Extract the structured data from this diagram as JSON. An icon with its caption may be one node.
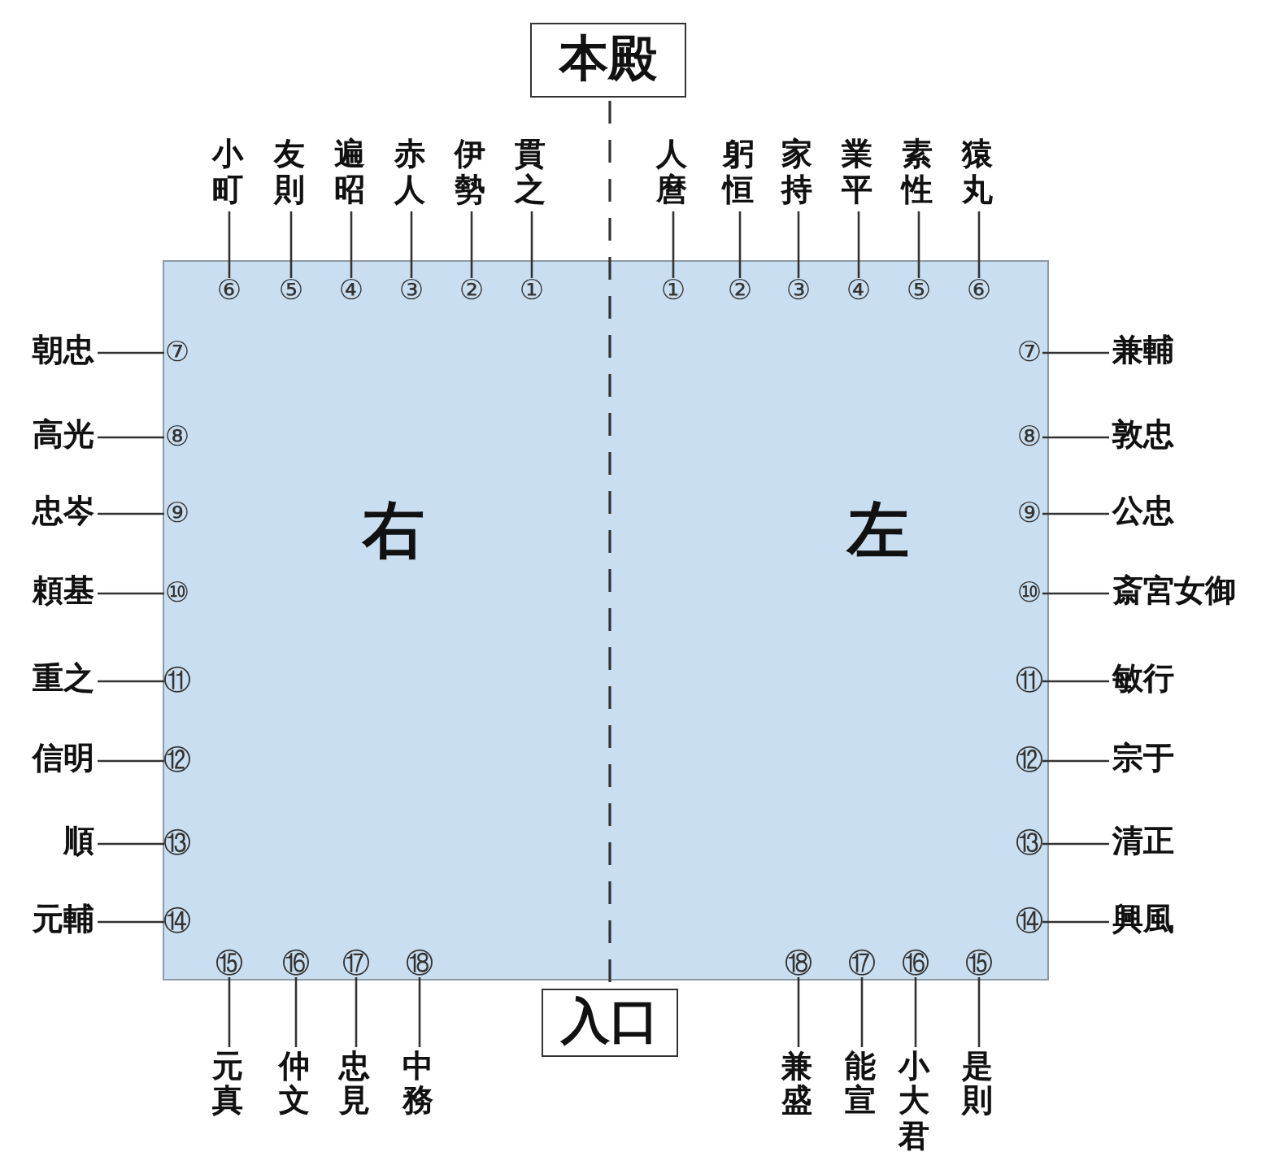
{
  "diagram": {
    "nodes": [
      {
        "text": [
          "本殿"
        ]
      },
      {
        "text": [
          "右",
          "左"
        ]
      },
      {
        "text": [
          "入口"
        ]
      },
      {
        "text": [
          "小町"
        ]
      },
      {
        "text": [
          "⑥"
        ],
        "in": 1
      },
      {
        "text": [
          "友則"
        ]
      },
      {
        "text": [
          "⑤"
        ],
        "in": 1
      },
      {
        "text": [
          "遍昭"
        ]
      },
      {
        "text": [
          "④"
        ],
        "in": 1
      },
      {
        "text": [
          "赤人"
        ]
      },
      {
        "text": [
          "③"
        ],
        "in": 1
      },
      {
        "text": [
          "伊勢"
        ]
      },
      {
        "text": [
          "②"
        ],
        "in": 1
      },
      {
        "text": [
          "貫之"
        ]
      },
      {
        "text": [
          "①"
        ],
        "in": 1
      },
      {
        "text": [
          "人麿"
        ]
      },
      {
        "text": [
          "①"
        ],
        "in": 1
      },
      {
        "text": [
          "躬恒"
        ]
      },
      {
        "text": [
          "②"
        ],
        "in": 1
      },
      {
        "text": [
          "家持"
        ]
      },
      {
        "text": [
          "③"
        ],
        "in": 1
      },
      {
        "text": [
          "業平"
        ]
      },
      {
        "text": [
          "④"
        ],
        "in": 1
      },
      {
        "text": [
          "素性"
        ]
      },
      {
        "text": [
          "⑤"
        ],
        "in": 1
      },
      {
        "text": [
          "猿丸"
        ]
      },
      {
        "text": [
          "⑥"
        ],
        "in": 1
      },
      {
        "text": [
          "朝忠"
        ]
      },
      {
        "text": [
          "⑦"
        ],
        "in": 1
      },
      {
        "text": [
          "兼輔"
        ]
      },
      {
        "text": [
          "⑦"
        ],
        "in": 1
      },
      {
        "text": [
          "高光"
        ]
      },
      {
        "text": [
          "⑧"
        ],
        "in": 1
      },
      {
        "text": [
          "敦忠"
        ]
      },
      {
        "text": [
          "⑧"
        ],
        "in": 1
      },
      {
        "text": [
          "忠岑"
        ]
      },
      {
        "text": [
          "⑨"
        ],
        "in": 1
      },
      {
        "text": [
          "公忠"
        ]
      },
      {
        "text": [
          "⑨"
        ],
        "in": 1
      },
      {
        "text": [
          "頼基"
        ]
      },
      {
        "text": [
          "⑩"
        ],
        "in": 1
      },
      {
        "text": [
          "斎宮女御"
        ]
      },
      {
        "text": [
          "⑩"
        ],
        "in": 1
      },
      {
        "text": [
          "重之"
        ]
      },
      {
        "text": [
          "⑪"
        ],
        "in": 1
      },
      {
        "text": [
          "敏行"
        ]
      },
      {
        "text": [
          "⑪"
        ],
        "in": 1
      },
      {
        "text": [
          "信明"
        ]
      },
      {
        "text": [
          "⑫"
        ],
        "in": 1
      },
      {
        "text": [
          "宗于"
        ]
      },
      {
        "text": [
          "⑫"
        ],
        "in": 1
      },
      {
        "text": [
          "順"
        ]
      },
      {
        "text": [
          "⑬"
        ],
        "in": 1
      },
      {
        "text": [
          "清正"
        ]
      },
      {
        "text": [
          "⑬"
        ],
        "in": 1
      },
      {
        "text": [
          "元輔"
        ]
      },
      {
        "text": [
          "⑭"
        ],
        "in": 1
      },
      {
        "text": [
          "興風"
        ]
      },
      {
        "text": [
          "⑭"
        ],
        "in": 1
      },
      {
        "text": [
          "元真"
        ]
      },
      {
        "text": [
          "⑮"
        ],
        "in": 1
      },
      {
        "text": [
          "仲文"
        ]
      },
      {
        "text": [
          "⑯"
        ],
        "in": 1
      },
      {
        "text": [
          "忠見"
        ]
      },
      {
        "text": [
          "⑰"
        ],
        "in": 1
      },
      {
        "text": [
          "中務"
        ]
      },
      {
        "text": [
          "⑱"
        ],
        "in": 1
      },
      {
        "text": [
          "兼盛"
        ]
      },
      {
        "text": [
          "⑱"
        ],
        "in": 1
      },
      {
        "text": [
          "能宣"
        ]
      },
      {
        "text": [
          "⑰"
        ],
        "in": 1
      },
      {
        "text": [
          "小大君"
        ]
      },
      {
        "text": [
          "⑯"
        ],
        "in": 1
      },
      {
        "text": [
          "是則"
        ]
      },
      {
        "text": [
          "⑮"
        ],
        "in": 1
      }
    ],
    "edges": [
      {
        "from": 0,
        "to": 2,
        "arrow": "none",
        "style": "dashed"
      },
      {
        "from": 3,
        "to": 4,
        "arrow": "none"
      },
      {
        "from": 5,
        "to": 6,
        "arrow": "none"
      },
      {
        "from": 7,
        "to": 8,
        "arrow": "none"
      },
      {
        "from": 9,
        "to": 10,
        "arrow": "none"
      },
      {
        "from": 11,
        "to": 12,
        "arrow": "none"
      },
      {
        "from": 13,
        "to": 14,
        "arrow": "none"
      },
      {
        "from": 15,
        "to": 16,
        "arrow": "none"
      },
      {
        "from": 17,
        "to": 18,
        "arrow": "none"
      },
      {
        "from": 19,
        "to": 20,
        "arrow": "none"
      },
      {
        "from": 21,
        "to": 22,
        "arrow": "none"
      },
      {
        "from": 23,
        "to": 24,
        "arrow": "none"
      },
      {
        "from": 25,
        "to": 26,
        "arrow": "none"
      },
      {
        "from": 27,
        "to": 28,
        "arrow": "none"
      },
      {
        "from": 29,
        "to": 30,
        "arrow": "none"
      },
      {
        "from": 31,
        "to": 32,
        "arrow": "none"
      },
      {
        "from": 33,
        "to": 34,
        "arrow": "none"
      },
      {
        "from": 35,
        "to": 36,
        "arrow": "none"
      },
      {
        "from": 37,
        "to": 38,
        "arrow": "none"
      },
      {
        "from": 39,
        "to": 40,
        "arrow": "none"
      },
      {
        "from": 41,
        "to": 42,
        "arrow": "none"
      },
      {
        "from": 43,
        "to": 44,
        "arrow": "none"
      },
      {
        "from": 45,
        "to": 46,
        "arrow": "none"
      },
      {
        "from": 47,
        "to": 48,
        "arrow": "none"
      },
      {
        "from": 49,
        "to": 50,
        "arrow": "none"
      },
      {
        "from": 51,
        "to": 52,
        "arrow": "none"
      },
      {
        "from": 53,
        "to": 54,
        "arrow": "none"
      },
      {
        "from": 55,
        "to": 56,
        "arrow": "none"
      },
      {
        "from": 57,
        "to": 58,
        "arrow": "none"
      },
      {
        "from": 59,
        "to": 60,
        "arrow": "none"
      },
      {
        "from": 61,
        "to": 62,
        "arrow": "none"
      },
      {
        "from": 63,
        "to": 64,
        "arrow": "none"
      },
      {
        "from": 65,
        "to": 66,
        "arrow": "none"
      },
      {
        "from": 67,
        "to": 68,
        "arrow": "none"
      },
      {
        "from": 69,
        "to": 70,
        "arrow": "none"
      },
      {
        "from": 71,
        "to": 72,
        "arrow": "none"
      },
      {
        "from": 73,
        "to": 74,
        "arrow": "none"
      }
    ]
  }
}
